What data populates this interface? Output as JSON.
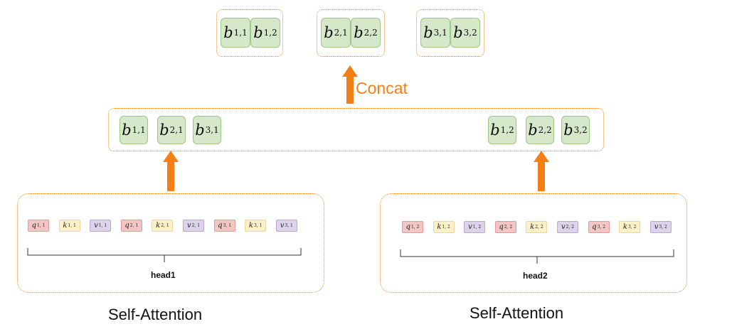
{
  "concat_label": "Concat",
  "b": {
    "b11": {
      "base": "b",
      "sup": "1,1"
    },
    "b12": {
      "base": "b",
      "sup": "1,2"
    },
    "b21": {
      "base": "b",
      "sup": "2,1"
    },
    "b22": {
      "base": "b",
      "sup": "2,2"
    },
    "b31": {
      "base": "b",
      "sup": "3,1"
    },
    "b32": {
      "base": "b",
      "sup": "3,2"
    }
  },
  "head1": {
    "label": "head1",
    "chips": [
      {
        "letter": "q",
        "sup": "1, 1"
      },
      {
        "letter": "k",
        "sup": "1, 1"
      },
      {
        "letter": "v",
        "sup": "1, 1"
      },
      {
        "letter": "q",
        "sup": "2, 1"
      },
      {
        "letter": "k",
        "sup": "2, 1"
      },
      {
        "letter": "v",
        "sup": "2, 1"
      },
      {
        "letter": "q",
        "sup": "3, 1"
      },
      {
        "letter": "k",
        "sup": "3, 1"
      },
      {
        "letter": "v",
        "sup": "3, 1"
      }
    ]
  },
  "head2": {
    "label": "head2",
    "chips": [
      {
        "letter": "q",
        "sup": "1, 2"
      },
      {
        "letter": "k",
        "sup": "1, 2"
      },
      {
        "letter": "v",
        "sup": "1, 2"
      },
      {
        "letter": "q",
        "sup": "2, 2"
      },
      {
        "letter": "k",
        "sup": "2, 2"
      },
      {
        "letter": "v",
        "sup": "2, 2"
      },
      {
        "letter": "q",
        "sup": "3, 2"
      },
      {
        "letter": "k",
        "sup": "3, 2"
      },
      {
        "letter": "v",
        "sup": "3, 2"
      }
    ]
  },
  "self_attention_left": "Self-Attention",
  "self_attention_right": "Self-Attention",
  "colors": {
    "accent_orange": "#f57f17",
    "dashed_border": "#f08a24",
    "b_fill": "#d5e8c9",
    "q_fill": "#f2c6c5",
    "k_fill": "#fcf0c8",
    "v_fill": "#dcd2e9"
  }
}
